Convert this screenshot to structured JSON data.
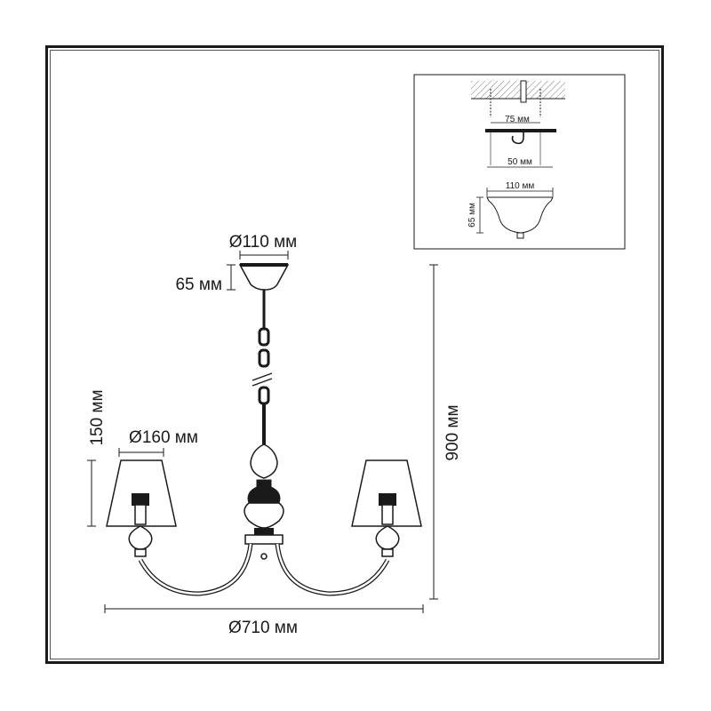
{
  "dimensions": {
    "canopy_diameter": "Ø110 мм",
    "canopy_height": "65 мм",
    "shade_height": "150 мм",
    "shade_diameter": "Ø160 мм",
    "total_width": "Ø710 мм",
    "total_height": "900 мм"
  },
  "inset": {
    "bracket_spacing": "75 мм",
    "hook_width": "50 мм",
    "cup_diameter": "110 мм",
    "cup_height": "65 мм"
  },
  "colors": {
    "line": "#1a1a1a",
    "hatch": "#777777"
  }
}
